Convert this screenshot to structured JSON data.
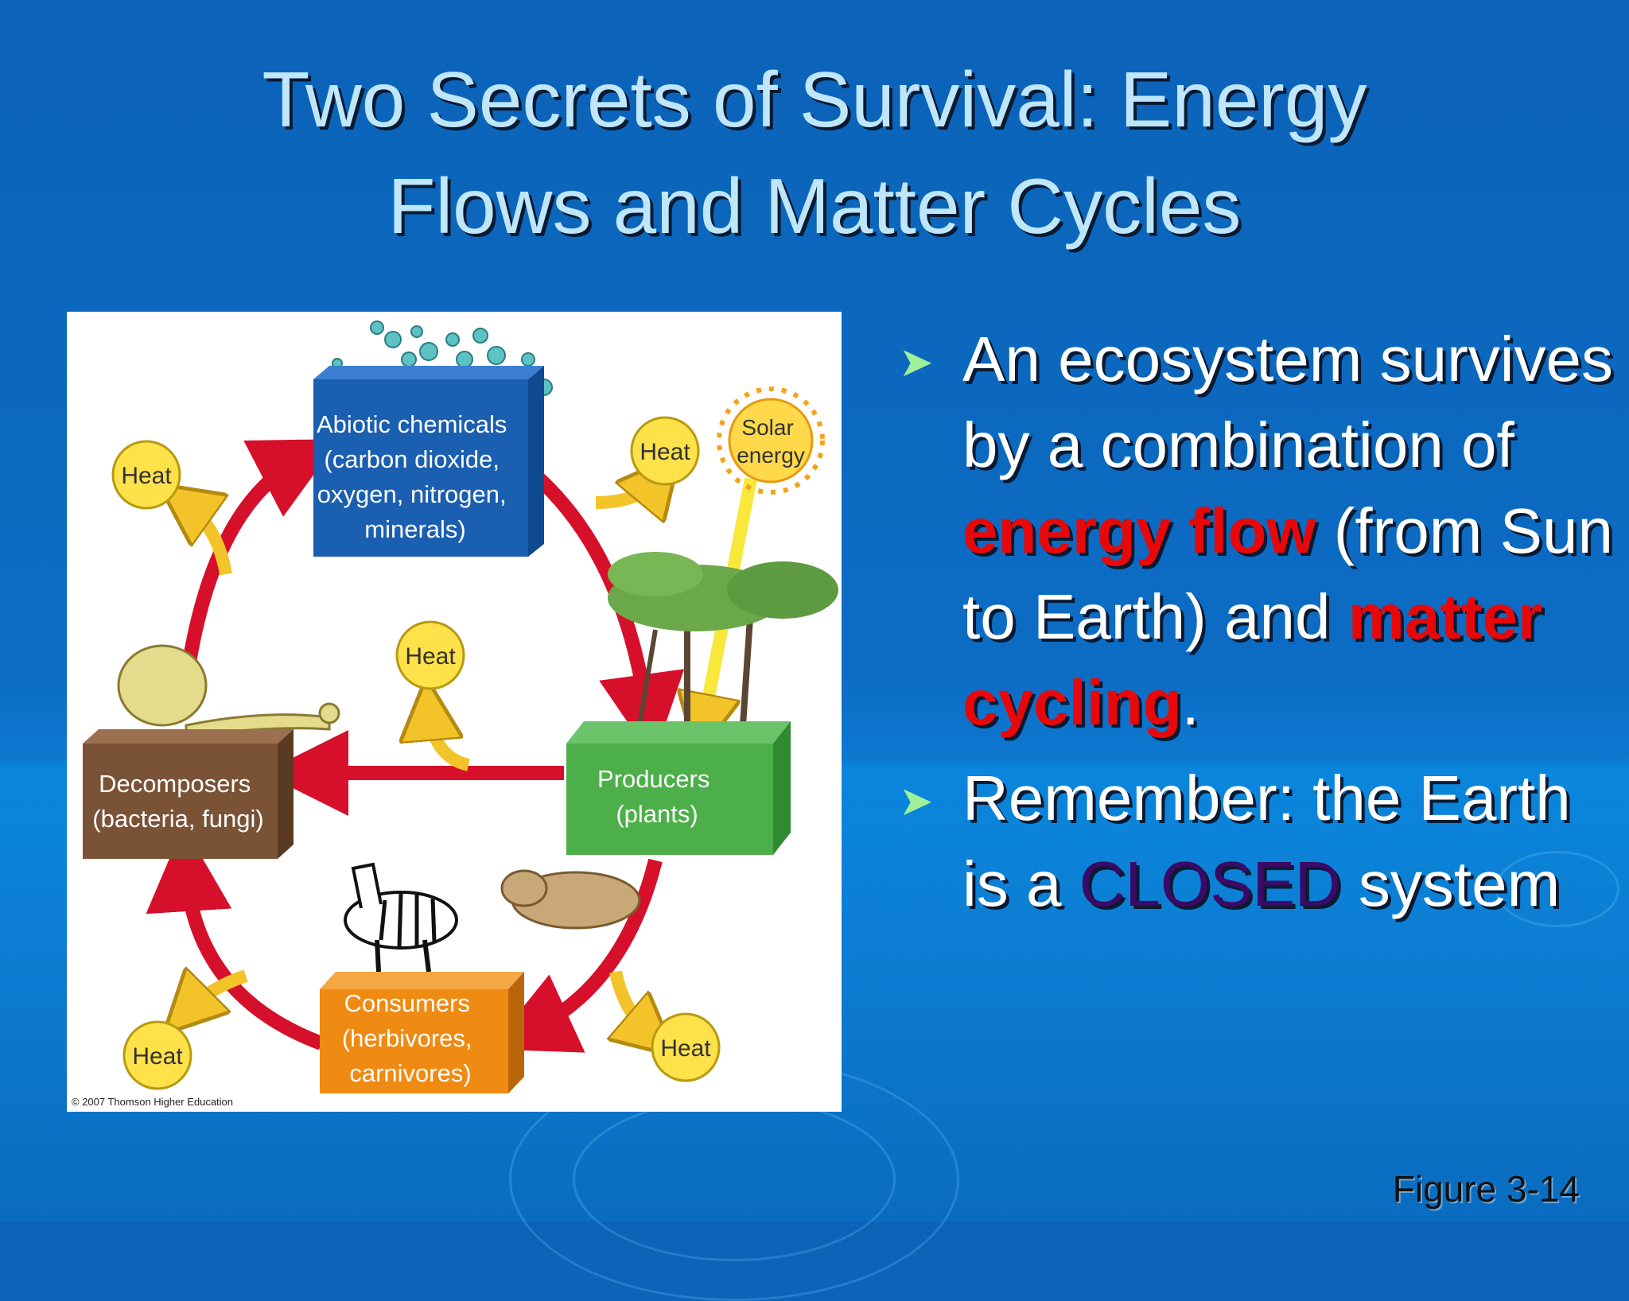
{
  "slide": {
    "title_lines": [
      "Two Secrets of Survival: Energy",
      "Flows and Matter Cycles"
    ],
    "figure_label": "Figure 3-14"
  },
  "diagram": {
    "abiotic": [
      "Abiotic chemicals",
      "(carbon dioxide,",
      "oxygen, nitrogen,",
      "minerals)"
    ],
    "producers": [
      "Producers",
      "(plants)"
    ],
    "decomposers": [
      "Decomposers",
      "(bacteria, fungi)"
    ],
    "consumers": [
      "Consumers",
      "(herbivores,",
      "carnivores)"
    ],
    "solar": [
      "Solar",
      "energy"
    ],
    "heat_label": "Heat",
    "copyright": "© 2007 Thomson Higher Education",
    "colors": {
      "matter_arrow": "#d6102a",
      "heat_arrow": "#f3c42a",
      "abiotic_box": "#1a5fb0",
      "producers_box": "#4caf4a",
      "decomposers_box": "#7a5236",
      "consumers_box": "#ef8a12"
    }
  },
  "bullets": [
    {
      "parts": [
        {
          "text": "An ecosystem survives by a combination of ",
          "style": "normal"
        },
        {
          "text": "energy flow",
          "style": "red"
        },
        {
          "text": " (from Sun to Earth) and ",
          "style": "normal"
        },
        {
          "text": "matter cycling",
          "style": "red"
        },
        {
          "text": ".",
          "style": "normal"
        }
      ]
    },
    {
      "parts": [
        {
          "text": "Remember: the Earth is a ",
          "style": "normal"
        },
        {
          "text": "CLOSED",
          "style": "purple"
        },
        {
          "text": " system",
          "style": "normal"
        }
      ]
    }
  ]
}
